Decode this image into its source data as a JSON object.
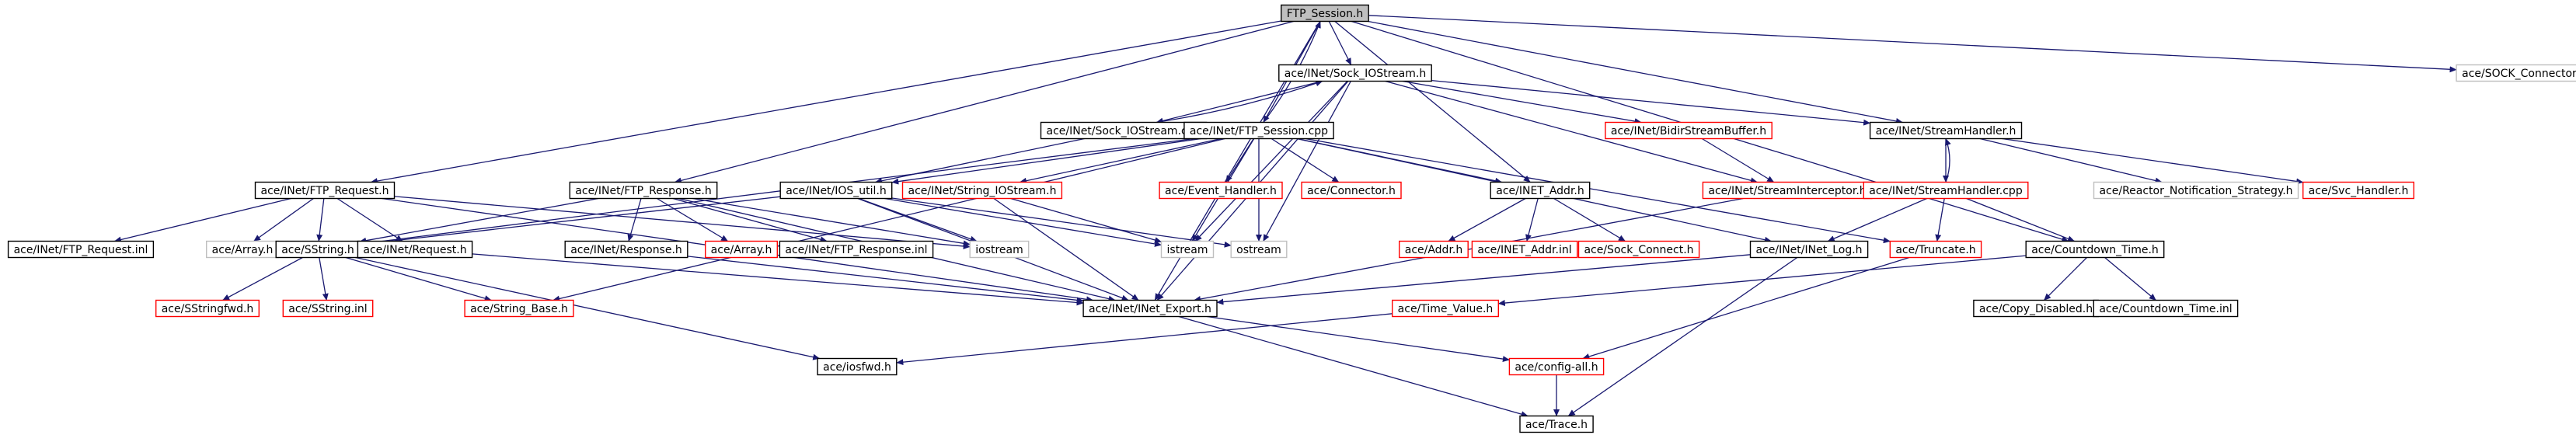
{
  "colors": {
    "edge": "#191970",
    "box_default": "#000000",
    "box_red": "#ff0000",
    "box_grey": "#bfbfbf",
    "box_root_fill": "#bfbfbf"
  },
  "nodes": [
    {
      "id": "ftp_session_h",
      "label": "FTP_Session.h",
      "style": "root"
    },
    {
      "id": "sock_iostream_h",
      "label": "ace/INet/Sock_IOStream.h",
      "style": "default"
    },
    {
      "id": "sock_connector_h",
      "label": "ace/SOCK_Connector.h",
      "style": "grey"
    },
    {
      "id": "sock_iostream_cpp",
      "label": "ace/INet/Sock_IOStream.cpp",
      "style": "default"
    },
    {
      "id": "ftp_session_cpp",
      "label": "ace/INet/FTP_Session.cpp",
      "style": "default"
    },
    {
      "id": "bidir_streambuffer_h",
      "label": "ace/INet/BidirStreamBuffer.h",
      "style": "red"
    },
    {
      "id": "streamhandler_h",
      "label": "ace/INet/StreamHandler.h",
      "style": "default"
    },
    {
      "id": "ftp_request_h",
      "label": "ace/INet/FTP_Request.h",
      "style": "default"
    },
    {
      "id": "ftp_response_h",
      "label": "ace/INet/FTP_Response.h",
      "style": "default"
    },
    {
      "id": "ios_util_h",
      "label": "ace/INet/IOS_util.h",
      "style": "default"
    },
    {
      "id": "string_iostream_h",
      "label": "ace/INet/String_IOStream.h",
      "style": "red"
    },
    {
      "id": "event_handler_h",
      "label": "ace/Event_Handler.h",
      "style": "red"
    },
    {
      "id": "connector_h",
      "label": "ace/Connector.h",
      "style": "red"
    },
    {
      "id": "inet_addr_h",
      "label": "ace/INET_Addr.h",
      "style": "default"
    },
    {
      "id": "streaminterceptor_h",
      "label": "ace/INet/StreamInterceptor.h",
      "style": "red"
    },
    {
      "id": "streamhandler_cpp",
      "label": "ace/INet/StreamHandler.cpp",
      "style": "red"
    },
    {
      "id": "reactor_notification_strategy_h",
      "label": "ace/Reactor_Notification_Strategy.h",
      "style": "grey"
    },
    {
      "id": "svc_handler_h",
      "label": "ace/Svc_Handler.h",
      "style": "red"
    },
    {
      "id": "ftp_request_inl",
      "label": "ace/INet/FTP_Request.inl",
      "style": "default"
    },
    {
      "id": "array_h_grey",
      "label": "ace/Array.h",
      "style": "grey"
    },
    {
      "id": "sstring_h",
      "label": "ace/SString.h",
      "style": "default"
    },
    {
      "id": "request_h",
      "label": "ace/INet/Request.h",
      "style": "default"
    },
    {
      "id": "response_h",
      "label": "ace/INet/Response.h",
      "style": "default"
    },
    {
      "id": "array_h_red",
      "label": "ace/Array.h",
      "style": "red"
    },
    {
      "id": "ftp_response_inl",
      "label": "ace/INet/FTP_Response.inl",
      "style": "default"
    },
    {
      "id": "iostream",
      "label": "iostream",
      "style": "grey"
    },
    {
      "id": "istream",
      "label": "istream",
      "style": "grey"
    },
    {
      "id": "ostream",
      "label": "ostream",
      "style": "grey"
    },
    {
      "id": "addr_h",
      "label": "ace/Addr.h",
      "style": "red"
    },
    {
      "id": "inet_addr_inl",
      "label": "ace/INET_Addr.inl",
      "style": "red"
    },
    {
      "id": "sock_connect_h",
      "label": "ace/Sock_Connect.h",
      "style": "red"
    },
    {
      "id": "inet_log_h",
      "label": "ace/INet/INet_Log.h",
      "style": "default"
    },
    {
      "id": "truncate_h",
      "label": "ace/Truncate.h",
      "style": "red"
    },
    {
      "id": "countdown_time_h",
      "label": "ace/Countdown_Time.h",
      "style": "default"
    },
    {
      "id": "sstringfwd_h",
      "label": "ace/SStringfwd.h",
      "style": "red"
    },
    {
      "id": "sstring_inl",
      "label": "ace/SString.inl",
      "style": "red"
    },
    {
      "id": "string_base_h",
      "label": "ace/String_Base.h",
      "style": "red"
    },
    {
      "id": "inet_export_h",
      "label": "ace/INet/INet_Export.h",
      "style": "default"
    },
    {
      "id": "time_value_h",
      "label": "ace/Time_Value.h",
      "style": "red"
    },
    {
      "id": "copy_disabled_h",
      "label": "ace/Copy_Disabled.h",
      "style": "default"
    },
    {
      "id": "countdown_time_inl",
      "label": "ace/Countdown_Time.inl",
      "style": "default"
    },
    {
      "id": "iosfwd_h",
      "label": "ace/iosfwd.h",
      "style": "default"
    },
    {
      "id": "config_all_h",
      "label": "ace/config-all.h",
      "style": "red"
    },
    {
      "id": "trace_h",
      "label": "ace/Trace.h",
      "style": "default"
    }
  ],
  "edges": [
    [
      "ftp_session_h",
      "sock_iostream_h"
    ],
    [
      "ftp_session_h",
      "sock_connector_h"
    ],
    [
      "ftp_session_h",
      "ftp_session_cpp"
    ],
    [
      "ftp_session_h",
      "streamhandler_h"
    ],
    [
      "ftp_session_h",
      "ftp_request_h"
    ],
    [
      "ftp_session_h",
      "ftp_response_h"
    ],
    [
      "ftp_session_h",
      "inet_addr_h"
    ],
    [
      "ftp_session_h",
      "countdown_time_h"
    ],
    [
      "ftp_session_h",
      "inet_export_h"
    ],
    [
      "sock_iostream_h",
      "sock_iostream_cpp"
    ],
    [
      "sock_iostream_h",
      "bidir_streambuffer_h"
    ],
    [
      "sock_iostream_h",
      "streamhandler_h"
    ],
    [
      "sock_iostream_h",
      "streaminterceptor_h"
    ],
    [
      "sock_iostream_h",
      "istream"
    ],
    [
      "sock_iostream_h",
      "ostream"
    ],
    [
      "sock_iostream_h",
      "inet_export_h"
    ],
    [
      "sock_iostream_cpp",
      "sock_iostream_h"
    ],
    [
      "sock_iostream_cpp",
      "ios_util_h"
    ],
    [
      "ftp_session_cpp",
      "ftp_session_h"
    ],
    [
      "ftp_session_cpp",
      "ios_util_h"
    ],
    [
      "ftp_session_cpp",
      "string_iostream_h"
    ],
    [
      "ftp_session_cpp",
      "event_handler_h"
    ],
    [
      "ftp_session_cpp",
      "connector_h"
    ],
    [
      "ftp_session_cpp",
      "inet_addr_h"
    ],
    [
      "ftp_session_cpp",
      "string_base_h"
    ],
    [
      "ftp_session_cpp",
      "sstring_h"
    ],
    [
      "ftp_session_cpp",
      "istream"
    ],
    [
      "ftp_session_cpp",
      "ostream"
    ],
    [
      "ftp_session_cpp",
      "inet_log_h"
    ],
    [
      "ftp_session_cpp",
      "truncate_h"
    ],
    [
      "bidir_streambuffer_h",
      "streaminterceptor_h"
    ],
    [
      "streamhandler_h",
      "streamhandler_cpp"
    ],
    [
      "streamhandler_h",
      "reactor_notification_strategy_h"
    ],
    [
      "streamhandler_h",
      "svc_handler_h"
    ],
    [
      "streamhandler_cpp",
      "streamhandler_h"
    ],
    [
      "streamhandler_cpp",
      "inet_log_h"
    ],
    [
      "streamhandler_cpp",
      "truncate_h"
    ],
    [
      "streamhandler_cpp",
      "countdown_time_h"
    ],
    [
      "ftp_request_h",
      "ftp_request_inl"
    ],
    [
      "ftp_request_h",
      "array_h_grey"
    ],
    [
      "ftp_request_h",
      "sstring_h"
    ],
    [
      "ftp_request_h",
      "request_h"
    ],
    [
      "ftp_request_h",
      "inet_export_h"
    ],
    [
      "ftp_request_h",
      "iostream"
    ],
    [
      "ftp_response_h",
      "response_h"
    ],
    [
      "ftp_response_h",
      "array_h_red"
    ],
    [
      "ftp_response_h",
      "ftp_response_inl"
    ],
    [
      "ftp_response_h",
      "sstring_h"
    ],
    [
      "ftp_response_h",
      "inet_export_h"
    ],
    [
      "ftp_response_h",
      "iostream"
    ],
    [
      "ios_util_h",
      "iostream"
    ],
    [
      "ios_util_h",
      "istream"
    ],
    [
      "ios_util_h",
      "ostream"
    ],
    [
      "ios_util_h",
      "inet_export_h"
    ],
    [
      "ios_util_h",
      "sstring_h"
    ],
    [
      "string_iostream_h",
      "inet_export_h"
    ],
    [
      "string_iostream_h",
      "istream"
    ],
    [
      "inet_addr_h",
      "addr_h"
    ],
    [
      "inet_addr_h",
      "inet_addr_inl"
    ],
    [
      "inet_addr_h",
      "sock_connect_h"
    ],
    [
      "streaminterceptor_h",
      "inet_export_h"
    ],
    [
      "sstring_h",
      "sstringfwd_h"
    ],
    [
      "sstring_h",
      "sstring_inl"
    ],
    [
      "sstring_h",
      "string_base_h"
    ],
    [
      "sstring_h",
      "iosfwd_h"
    ],
    [
      "request_h",
      "inet_export_h"
    ],
    [
      "response_h",
      "inet_export_h"
    ],
    [
      "inet_log_h",
      "inet_export_h"
    ],
    [
      "inet_log_h",
      "trace_h"
    ],
    [
      "truncate_h",
      "config_all_h"
    ],
    [
      "countdown_time_h",
      "time_value_h"
    ],
    [
      "countdown_time_h",
      "copy_disabled_h"
    ],
    [
      "countdown_time_h",
      "countdown_time_inl"
    ],
    [
      "time_value_h",
      "iosfwd_h"
    ],
    [
      "inet_export_h",
      "config_all_h"
    ],
    [
      "inet_export_h",
      "trace_h"
    ],
    [
      "config_all_h",
      "trace_h"
    ]
  ]
}
